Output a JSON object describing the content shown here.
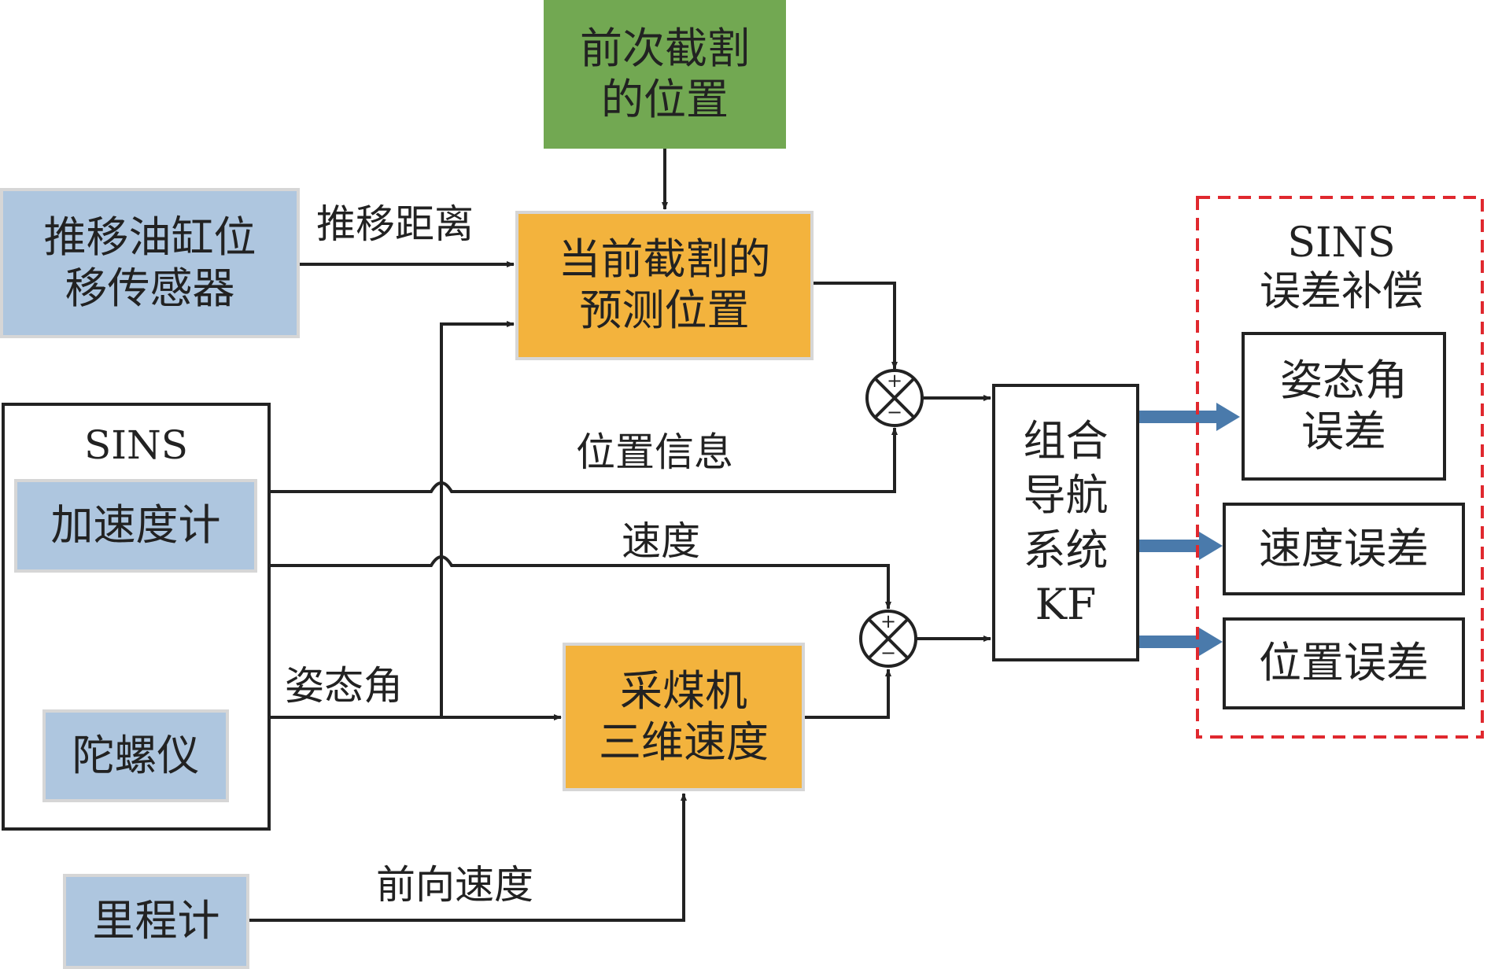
{
  "nodes": {
    "previous_cut_position": "前次截割\n的位置",
    "push_cylinder_sensor": "推移油缸位\n移传感器",
    "predicted_current_cut": "当前截割的\n预测位置",
    "sins_title": "SINS",
    "accelerometer": "加速度计",
    "gyroscope": "陀螺仪",
    "odometer": "里程计",
    "shearer_3d_velocity": "采煤机\n三维速度",
    "integrated_nav_kf": "组合\n导航\n系统\nKF",
    "compensation_title": "SINS\n误差补偿",
    "attitude_error": "姿态角\n误差",
    "velocity_error": "速度误差",
    "position_error": "位置误差"
  },
  "edge_labels": {
    "push_distance": "推移距离",
    "position_info": "位置信息",
    "velocity": "速度",
    "attitude_angle": "姿态角",
    "forward_velocity": "前向速度"
  },
  "junctions": {
    "plus": "+",
    "minus": "−"
  },
  "colors": {
    "blue_fill": "#aec6df",
    "orange_fill": "#f3b33d",
    "green_fill": "#72a852",
    "output_arrow": "#4a7aab",
    "dashed_border": "#e0282e",
    "line": "#222222"
  }
}
